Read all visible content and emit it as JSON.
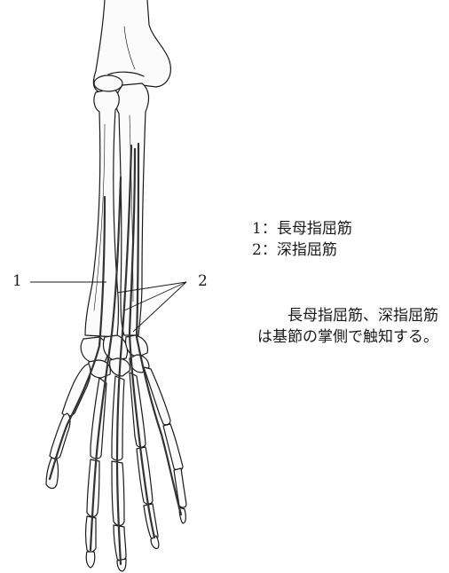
{
  "callouts": {
    "label_1": "1",
    "label_2": "2"
  },
  "legend": [
    {
      "number": "1",
      "separator": "：",
      "name": "長母指屈筋"
    },
    {
      "number": "2",
      "separator": "：",
      "name": "深指屈筋"
    }
  ],
  "note": {
    "line1": "長母指屈筋、深指屈筋",
    "line2": "は基節の掌側で触知する。"
  },
  "colors": {
    "ink": "#1a1a1a",
    "tendon": "#333333",
    "background": "#ffffff"
  }
}
